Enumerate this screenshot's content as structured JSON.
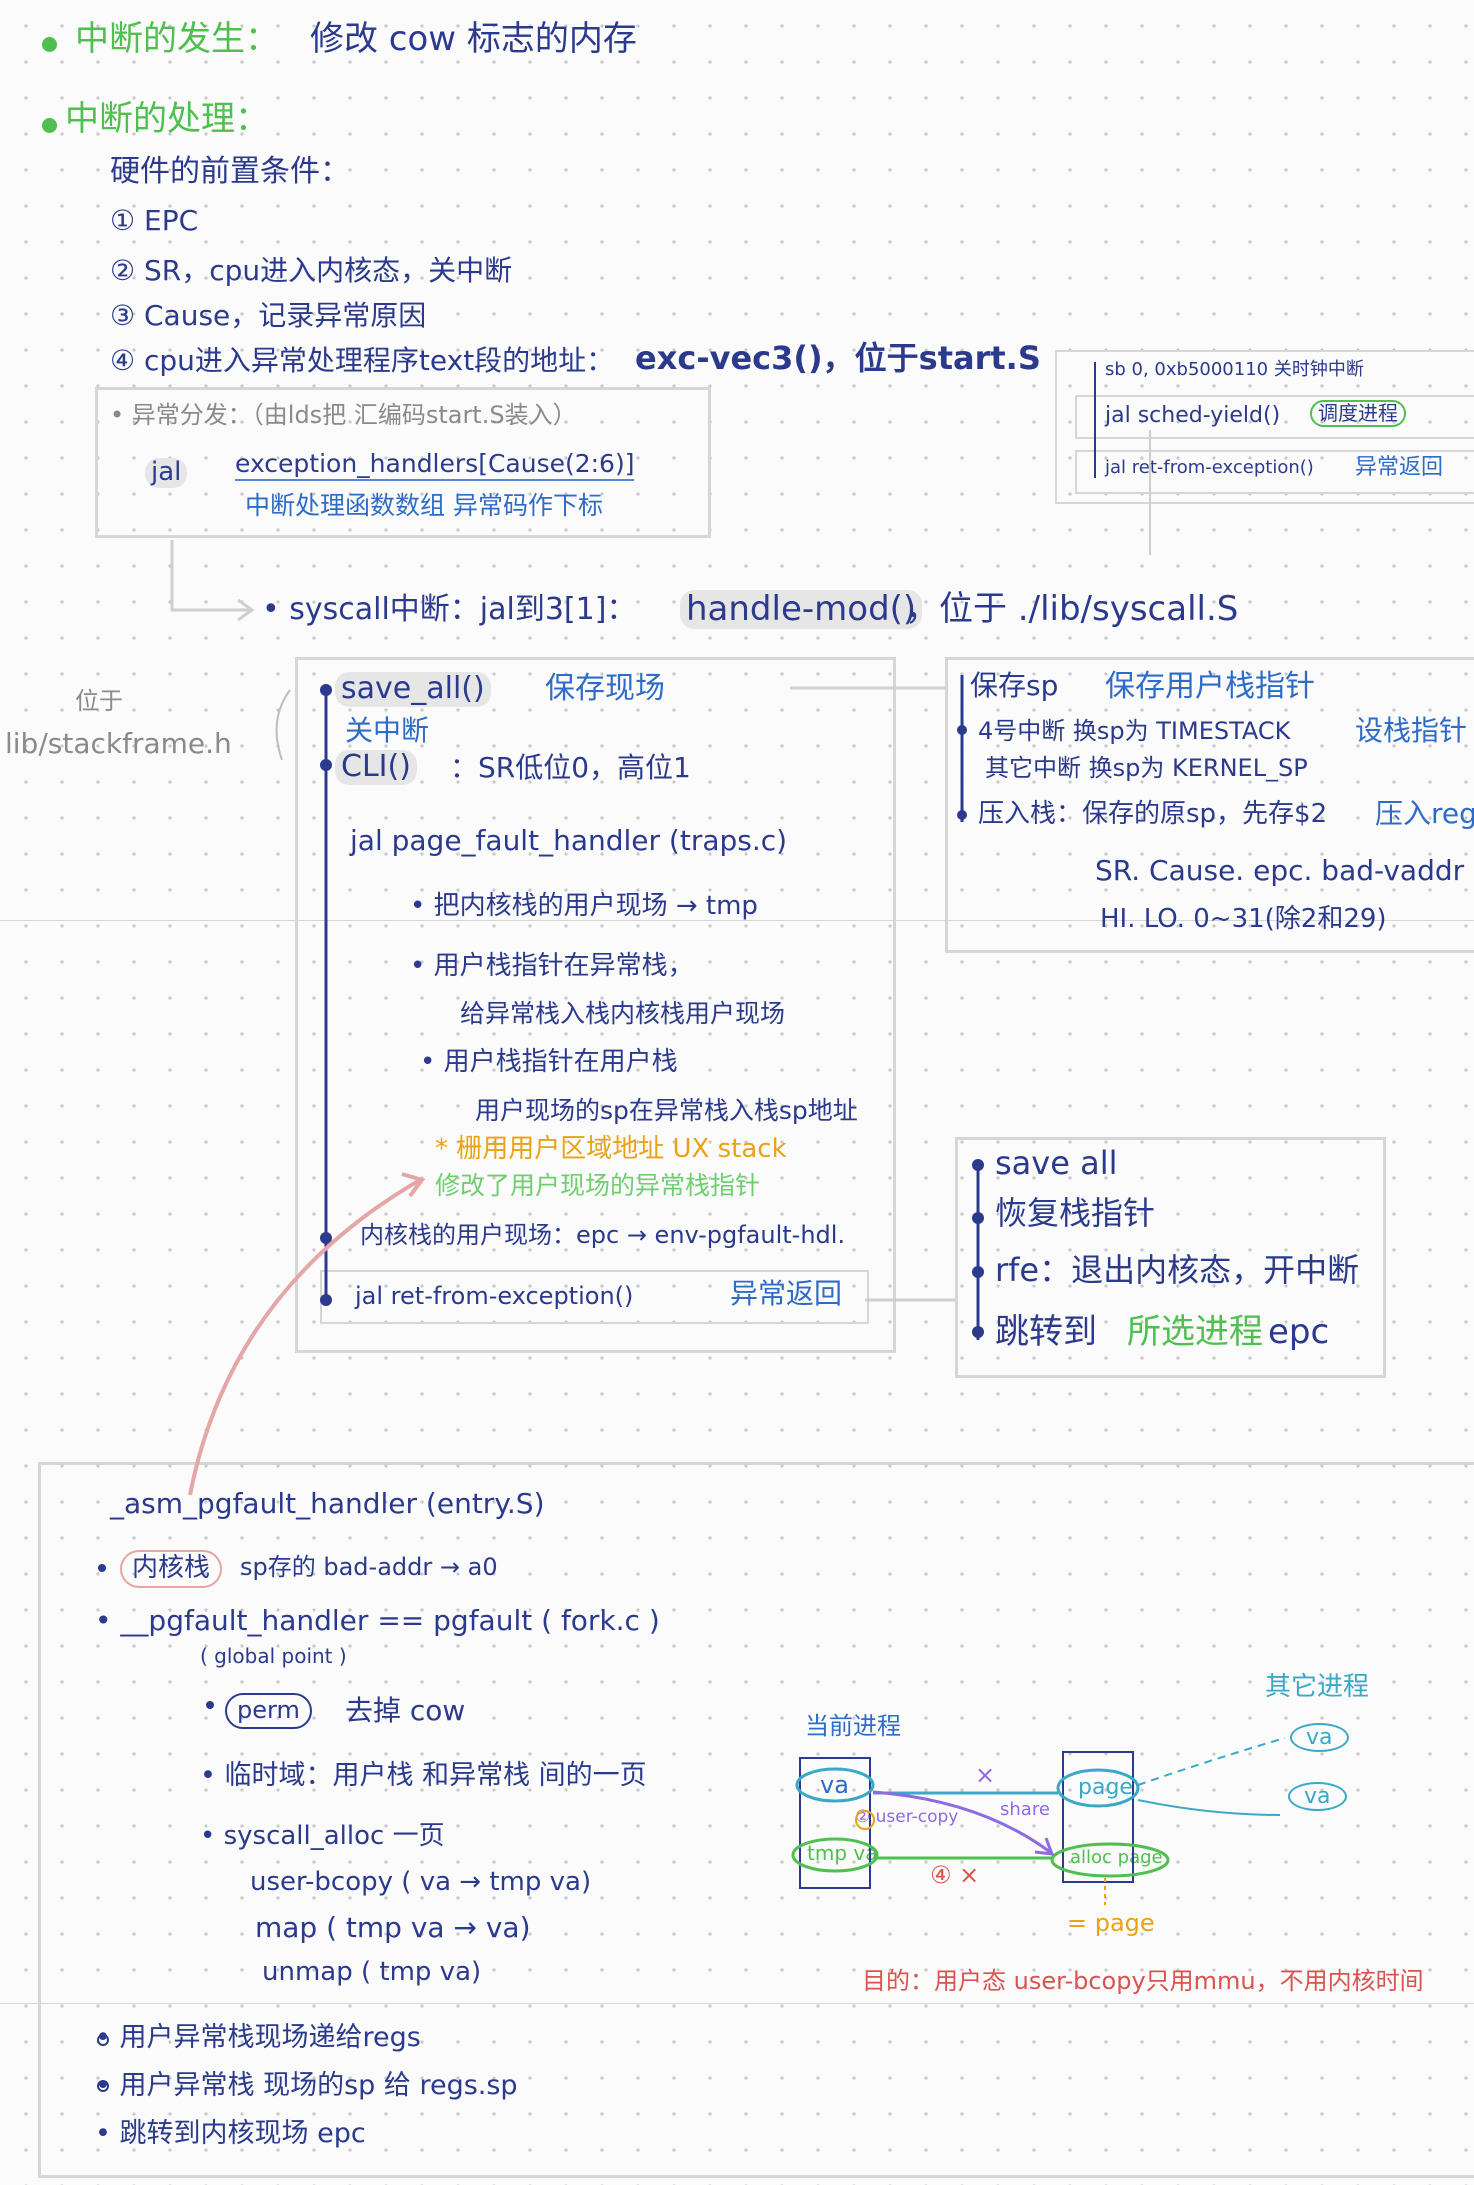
{
  "line1": {
    "heading": "中断的发生：",
    "text": "修改 cow 标志的内存"
  },
  "line2": {
    "heading": "中断的处理："
  },
  "hw": {
    "title": "硬件的前置条件：",
    "items": [
      "① EPC",
      "② SR，cpu进入内核态，关中断",
      "③ Cause，记录异常原因",
      "④ cpu进入异常处理程序text段的地址："
    ],
    "addr": "exc-vec3()，位于start.S"
  },
  "dispatch": {
    "title": "• 异常分发：（由lds把 汇编码start.S装入）",
    "jal": "jal",
    "target": "exception_handlers[Cause(2:6)]",
    "note": "中断处理函数数组 异常码作下标"
  },
  "syscall": {
    "text": "• syscall中断：jal到3[1]：",
    "func": "handle-mod()",
    "loc": "，位于 ./lib/syscall.S"
  },
  "stackframe": {
    "l1": "位于",
    "l2": "lib/stackframe.h"
  },
  "handler": {
    "save_all": "save_all()",
    "save_note": "保存现场",
    "cli_note": "关中断",
    "cli": "CLI()",
    "cli_desc": "：SR低位0，高位1",
    "pf_jal": "jal   page_fault_handler (traps.c)",
    "b1": "• 把内核栈的用户现场 → tmp",
    "b2": "• 用户栈指针在异常栈，",
    "b2s": "给异常栈入栈内核栈用户现场",
    "b3": "• 用户栈指针在用户栈",
    "b3s": "用户现场的sp在异常栈入栈sp地址",
    "orange": "* 栅用用户区域地址 UX stack",
    "green": "修改了用户现场的异常栈指针",
    "epc": "内核栈的用户现场：epc → env-pgfault-hdl.",
    "ret_jal": "jal   ret-from-exception()",
    "ret_note": "异常返回"
  },
  "sched": {
    "line1": "sb  0, 0xb5000110 关时钟中断",
    "line2": "jal  sched-yield()",
    "line2b": "调度进程",
    "line3": "jal  ret-from-exception()",
    "line3b": "异常返回"
  },
  "savebox": {
    "l1a": "保存sp",
    "l1b": "保存用户栈指针",
    "l2a": "4号中断 换sp为 TIMESTACK",
    "l2b": "设栈指针",
    "l3": "其它中断 换sp为 KERNEL_SP",
    "l4a": "压入栈：保存的原sp，先存$2",
    "l4b": "压入reg",
    "l5": "SR. Cause. epc. bad-vaddr",
    "l6": "HI. LO.  0~31(除2和29)"
  },
  "retbox": {
    "l1": "save all",
    "l2": "恢复栈指针",
    "l3": "rfe：退出内核态，开中断",
    "l4a": "跳转到",
    "l4b": "所选进程",
    "l4c": " epc"
  },
  "bottom": {
    "title": "_asm_pgfault_handler (entry.S)",
    "b1a": "内核栈",
    "b1b": "sp存的  bad-addr → a0",
    "b2": "• __pgfault_handler == pgfault ( fork.c )",
    "b2s": "( global  point )",
    "perm": "perm",
    "perm_text": "去掉 cow",
    "tmp": "• 临时域：用户栈 和异常栈 间的一页",
    "s1": "• syscall_alloc  一页",
    "s2": "user-bcopy ( va → tmp va)",
    "s3": "map ( tmp va → va)",
    "s4": "unmap ( tmp va)",
    "e1": "• 用户异常栈现场递给regs",
    "e2": "• 用户异常栈 现场的sp 给 regs.sp",
    "e3": "• 跳转到内核现场 epc"
  },
  "diagram": {
    "cur": "当前进程",
    "other": "其它进程",
    "va": "va",
    "tmpva": "tmp va",
    "page": "page",
    "alloc": "alloc page",
    "copy": "② user-copy",
    "share": "share",
    "x": "×",
    "unmap": "④ ×",
    "npage": "= page",
    "ova1": "va",
    "ova2": "va",
    "goal": "目的：用户态 user-bcopy只用mmu，不用内核时间"
  },
  "colors": {
    "navy": "#2b3a8c",
    "blue": "#2f6cc8",
    "green": "#4fbf4f",
    "red": "#d9534f",
    "orange": "#e8a317",
    "purple": "#8d6be0",
    "teal": "#39a9c7",
    "pink": "#e4a6a6"
  }
}
